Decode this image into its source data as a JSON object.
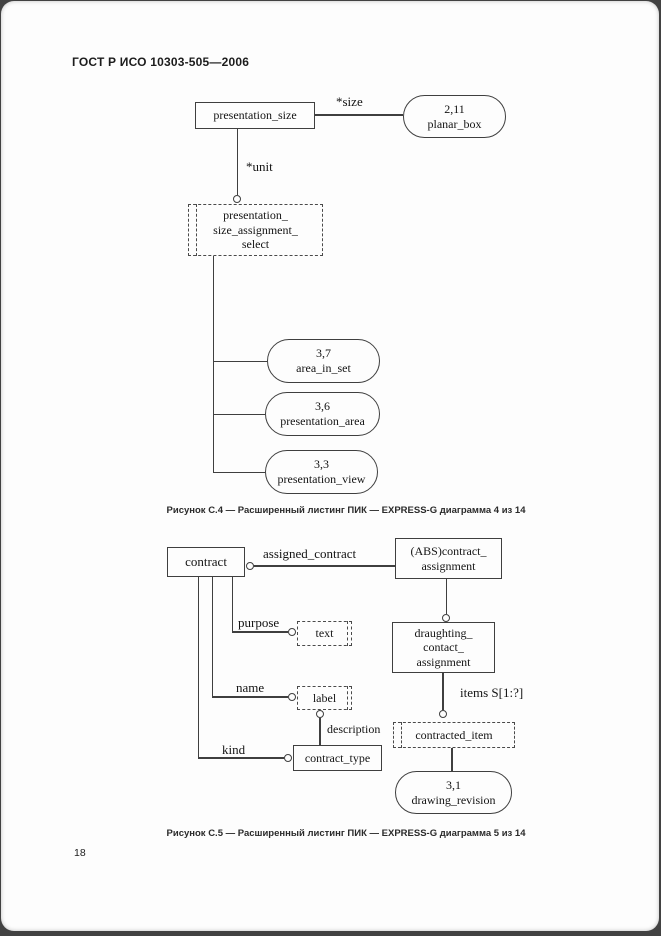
{
  "colors": {
    "line": "#3f3f3f",
    "text": "#141414",
    "page_bg": "#fdfdfd",
    "frame_bg": "#424242"
  },
  "header": {
    "title": "ГОСТ Р ИСО 10303-505—2006"
  },
  "footer": {
    "page_number": "18"
  },
  "figure_c4": {
    "caption": "Рисунок С.4 — Расширенный листинг ПИК — EXPRESS-G диаграмма 4 из 14",
    "entity_presentation_size": "presentation_size",
    "ref_planar_box": "2,11\nplanar_box",
    "select_presentation_size_assignment_select": "presentation_\nsize_assignment_\nselect",
    "ref_area_in_set": "3,7\narea_in_set",
    "ref_presentation_area": "3,6\npresentation_area",
    "ref_presentation_view": "3,3\npresentation_view",
    "rel_size": "*size",
    "rel_unit": "*unit"
  },
  "figure_c5": {
    "caption": "Рисунок С.5 — Расширенный листинг ПИК — EXPRESS-G диаграмма 5 из 14",
    "entity_contract": "contract",
    "entity_contract_assignment": "(ABS)contract_\nassignment",
    "entity_draughting_contact_assignment": "draughting_\ncontact_\nassignment",
    "type_text": "text",
    "type_label": "label",
    "entity_contract_type": "contract_type",
    "select_contracted_item": "contracted_item",
    "ref_drawing_revision": "3,1\ndrawing_revision",
    "rel_assigned_contract": "assigned_contract",
    "rel_purpose": "purpose",
    "rel_name": "name",
    "rel_kind": "kind",
    "rel_description": "description",
    "rel_items": "items S[1:?]"
  }
}
